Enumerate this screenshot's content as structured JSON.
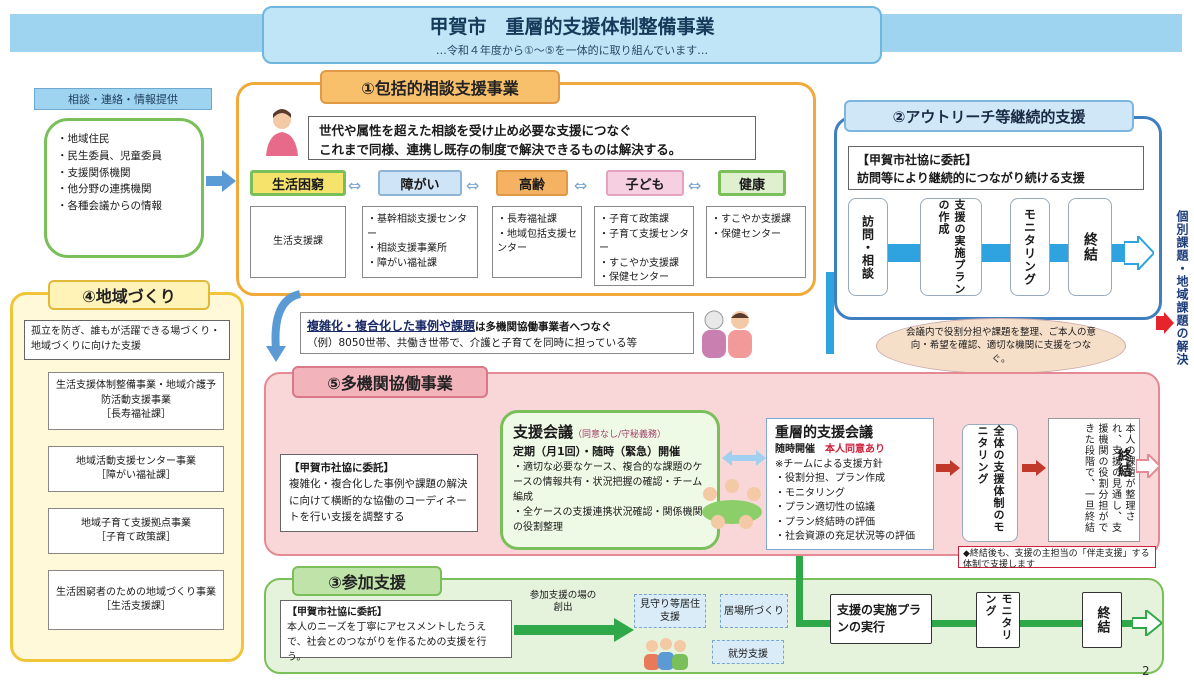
{
  "header": {
    "title": "甲賀市　重層的支援体制整備事業",
    "subtitle": "…令和４年度から①～⑤を一体的に取り組んでいます…"
  },
  "consult_intake": {
    "label": "相談・連絡・情報提供",
    "items": [
      "地域住民",
      "民生委員、児童委員",
      "支援関係機関",
      "他分野の連携機関",
      "各種会議からの情報"
    ]
  },
  "section1": {
    "title": "①包括的相談支援事業",
    "description_line1": "世代や属性を超えた相談を受け止め必要な支援につなぐ",
    "description_line2": "これまで同様、連携し既存の制度で解決できるものは解決する。",
    "categories": [
      {
        "label": "生活困窮",
        "color": "#f6e36b",
        "border": "#7bbf5a",
        "items": [
          "生活支援課"
        ]
      },
      {
        "label": "障がい",
        "color": "#cfe4f6",
        "border": "#8fb3d3",
        "items": [
          "基幹相談支援センター",
          "相談支援事業所",
          "障がい福祉課"
        ]
      },
      {
        "label": "高齢",
        "color": "#f5b262",
        "border": "#e09a45",
        "items": [
          "長寿福祉課",
          "地域包括支援センター"
        ]
      },
      {
        "label": "子ども",
        "color": "#f6cfe0",
        "border": "#e3a3c0",
        "items": [
          "子育て政策課",
          "子育て支援センター",
          "すこやか支援課",
          "保健センター"
        ]
      },
      {
        "label": "健康",
        "color": "#dff0cf",
        "border": "#7bbf5a",
        "items": [
          "すこやか支援課",
          "保健センター"
        ]
      }
    ]
  },
  "section2": {
    "title": "②アウトリーチ等継続的支援",
    "commission": "【甲賀市社協に委託】",
    "description": "訪問等により継続的につながり続ける支援",
    "steps": [
      "訪問・相談",
      "支援の実施プランの作成",
      "モニタリング",
      "終結"
    ]
  },
  "side_text": "個別課題・地域課題の解決",
  "complex_case": {
    "title_bold": "複雑化・複合化した事例や課題",
    "title_rest": "は多機関協働事業者へつなぐ",
    "example": "（例）8050世帯、共働き世帯で、介護と子育てを同時に担っている等"
  },
  "bubble_text": "会議内で役割分担や課題を整理、ご本人の意向・希望を確認、適切な機関に支援をつなぐ。",
  "section4": {
    "title": "④地域づくり",
    "description": "孤立を防ぎ、誰もが活躍できる場づくり・地域づくりに向けた支援",
    "projects": [
      {
        "name": "生活支援体制整備事業・地域介護予防活動支援事業",
        "dept": "［長寿福祉課］"
      },
      {
        "name": "地域活動支援センター事業",
        "dept": "［障がい福祉課］"
      },
      {
        "name": "地域子育て支援拠点事業",
        "dept": "［子育て政策課］"
      },
      {
        "name": "生活困窮者のための地域づくり事業",
        "dept": "［生活支援課］"
      }
    ]
  },
  "section5": {
    "title": "⑤多機関協働事業",
    "commission": "【甲賀市社協に委託】",
    "description": "複雑化・複合化した事例や課題の解決に向けて横断的な協働のコーディネートを行い支援を調整する",
    "support_meeting": {
      "title": "支援会議",
      "title_note": "（同意なし/守秘義務）",
      "schedule": "定期（月1回）・随時（緊急）開催",
      "items": [
        "適切な必要なケース、複合的な課題のケースの情報共有・状況把握の確認・チーム編成",
        "全ケースの支援連携状況確認・関係機関の役割整理"
      ]
    },
    "layered_meeting": {
      "title": "重層的支援会議",
      "schedule": "随時開催",
      "consent": "本人同意あり",
      "lead": "※チームによる支援方針",
      "items": [
        "役割分担、プラン作成",
        "モニタリング",
        "プラン適切性の協議",
        "プラン終結時の評価",
        "社会資源の充足状況等の評価"
      ]
    },
    "monitoring_label": "全体の支援体制のモニタリング",
    "end_note": "本人の課題が整理され、支援の見通し、支援機関の役割分担ができた段階で、一旦終結",
    "end_label": "終結",
    "caution": "◆終結後も、支援の主担当の「伴走支援」する体制で支援します"
  },
  "section3": {
    "title": "③参加支援",
    "commission": "【甲賀市社協に委託】",
    "description": "本人のニーズを丁寧にアセスメントしたうえで、社会とのつながりを作るための支援を行う。",
    "arrow_label": "参加支援の場の創出",
    "places": [
      "見守り等居住支援",
      "居場所づくり",
      "就労支援"
    ],
    "steps": [
      "支援の実施プランの実行",
      "モニタリング",
      "終結"
    ]
  },
  "page_number": "2",
  "colors": {
    "header_blue": "#9fd4f0",
    "section1_border": "#f0a93a",
    "section2_border": "#3d7fc0",
    "section5_bg": "#f9d6d8",
    "section5_border": "#e58a95",
    "section3_bg": "#e6f3dc",
    "section3_border": "#7bbf5a",
    "section4_bg": "#fff8d9",
    "section4_border": "#f0c53a"
  }
}
